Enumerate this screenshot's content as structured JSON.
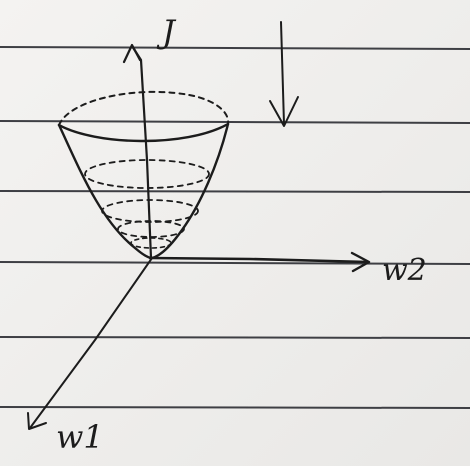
{
  "labels": {
    "vertical_axis": "J",
    "horizontal_axis": "w2",
    "diagonal_axis": "w1"
  },
  "colors": {
    "paper": "#f1f0ee",
    "ruled_line": "#3e3f44",
    "ink": "#1c1c1c"
  },
  "icons": {
    "descent_arrow": "down-arrow-icon"
  }
}
